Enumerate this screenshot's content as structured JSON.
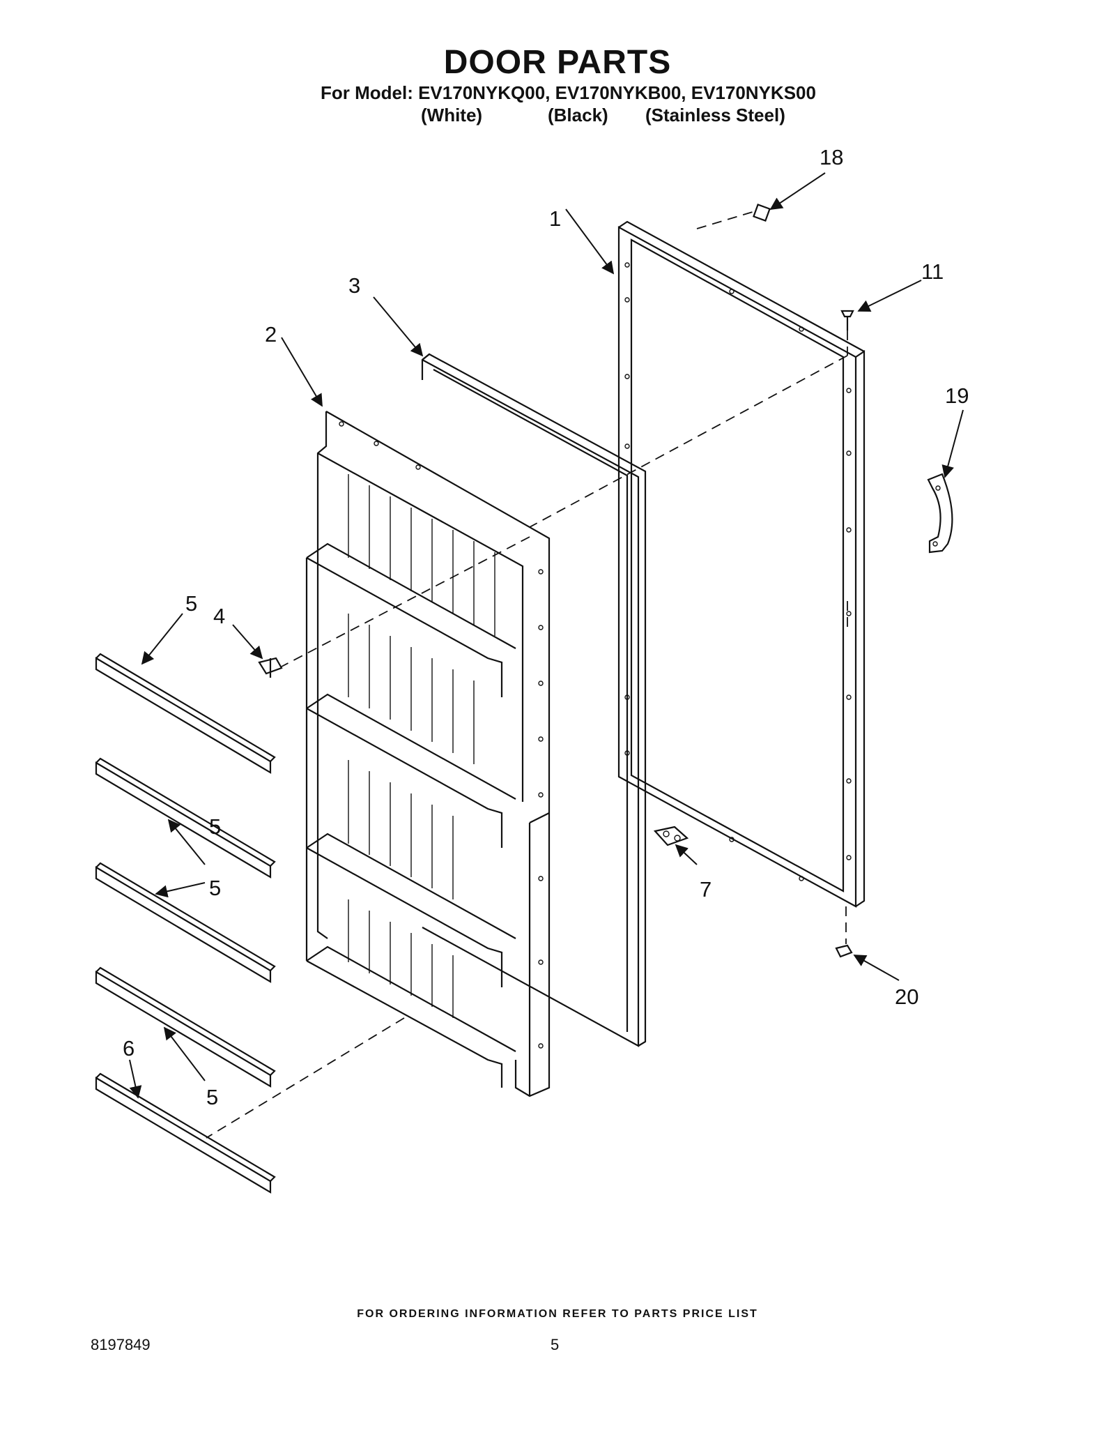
{
  "header": {
    "title": "DOOR PARTS",
    "models_line": "For Model: EV170NYKQ00, EV170NYKB00, EV170NYKS00",
    "variants": [
      "(White)",
      "(Black)",
      "(Stainless Steel)"
    ]
  },
  "callouts": {
    "c1": "1",
    "c2": "2",
    "c3": "3",
    "c4": "4",
    "c5a": "5",
    "c5b": "5",
    "c5c": "5",
    "c5d": "5",
    "c6": "6",
    "c7": "7",
    "c11": "11",
    "c18": "18",
    "c19": "19",
    "c20": "20"
  },
  "footer": {
    "ordering_note": "FOR ORDERING INFORMATION REFER TO PARTS PRICE LIST",
    "document_number": "8197849",
    "page_number": "5"
  }
}
